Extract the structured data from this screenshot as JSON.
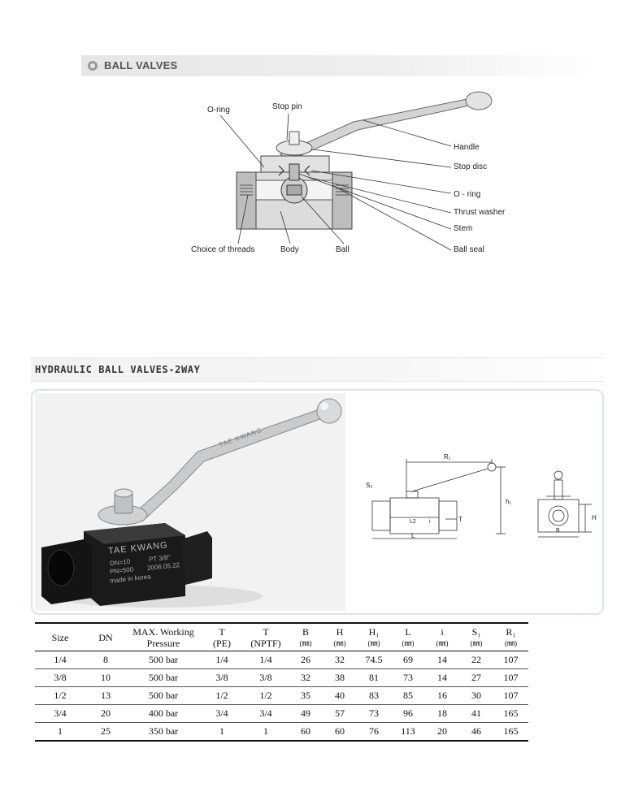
{
  "section1": {
    "title": "BALL VALVES",
    "labels": {
      "o_ring_top": "O-ring",
      "stop_pin": "Stop pin",
      "handle": "Handle",
      "stop_disc": "Stop disc",
      "o_ring_right": "O - ring",
      "thrust_washer": "Thrust washer",
      "stem": "Stem",
      "ball_seal": "Ball seal",
      "choice_of_threads": "Choice of threads",
      "body": "Body",
      "ball": "Ball"
    }
  },
  "section2": {
    "title": "HYDRAULIC BALL VALVES-2WAY",
    "photo_text": {
      "brand": "TAE  KWANG",
      "line1": "DN=10",
      "line1b": "PT 3/8\"",
      "line2": "PN=500",
      "line2b": "2006.05.22",
      "line3": "made in korea",
      "handle_text": "TAE  KWANG"
    },
    "drawing_labels": {
      "r1": "R₁",
      "s2": "S₂",
      "h1": "h₁",
      "t": "T",
      "i": "i",
      "l2": "L2",
      "l": "L",
      "h": "H",
      "b": "B"
    }
  },
  "table": {
    "headers": [
      {
        "l1": "Size",
        "l2": "",
        "u": ""
      },
      {
        "l1": "DN",
        "l2": "",
        "u": ""
      },
      {
        "l1": "MAX. Working",
        "l2": "Pressure",
        "u": ""
      },
      {
        "l1": "T",
        "l2": "(PE)",
        "u": ""
      },
      {
        "l1": "T",
        "l2": "(NPTF)",
        "u": ""
      },
      {
        "l1": "B",
        "l2": "",
        "u": "(㎜)"
      },
      {
        "l1": "H",
        "l2": "",
        "u": "(㎜)"
      },
      {
        "l1": "H₁",
        "l2": "",
        "u": "(㎜)"
      },
      {
        "l1": "L",
        "l2": "",
        "u": "(㎜)"
      },
      {
        "l1": "i",
        "l2": "",
        "u": "(㎜)"
      },
      {
        "l1": "S₁",
        "l2": "",
        "u": "(㎜)"
      },
      {
        "l1": "R₁",
        "l2": "",
        "u": "(㎜)"
      }
    ],
    "rows": [
      [
        "1/4",
        "8",
        "500  bar",
        "1/4",
        "1/4",
        "26",
        "32",
        "74.5",
        "69",
        "14",
        "22",
        "107"
      ],
      [
        "3/8",
        "10",
        "500  bar",
        "3/8",
        "3/8",
        "32",
        "38",
        "81",
        "73",
        "14",
        "27",
        "107"
      ],
      [
        "1/2",
        "13",
        "500  bar",
        "1/2",
        "1/2",
        "35",
        "40",
        "83",
        "85",
        "16",
        "30",
        "107"
      ],
      [
        "3/4",
        "20",
        "400  bar",
        "3/4",
        "3/4",
        "49",
        "57",
        "73",
        "96",
        "18",
        "41",
        "165"
      ],
      [
        "1",
        "25",
        "350  bar",
        "1",
        "1",
        "60",
        "60",
        "76",
        "113",
        "20",
        "46",
        "165"
      ]
    ]
  }
}
